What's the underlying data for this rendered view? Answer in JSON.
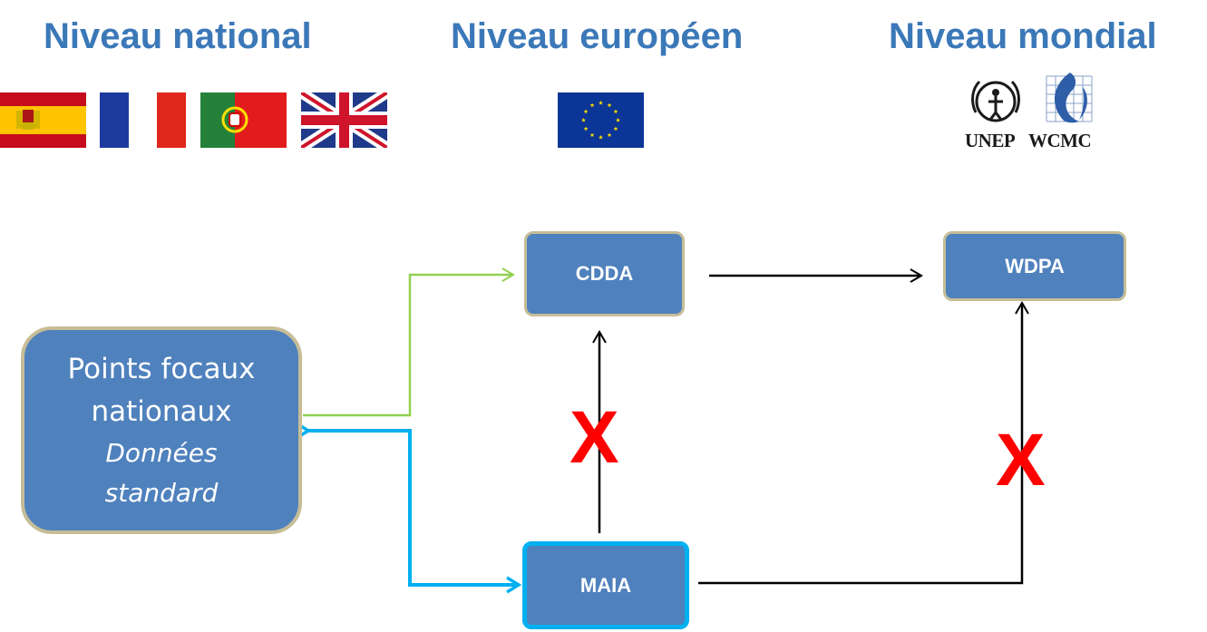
{
  "headings": {
    "national": "Niveau national",
    "european": "Niveau européen",
    "world": "Niveau mondial"
  },
  "flags": [
    "spain-flag",
    "france-flag",
    "portugal-flag",
    "uk-flag"
  ],
  "eu_flag": "eu-flag",
  "logos": {
    "unep": "UNEP",
    "wcmc": "WCMC"
  },
  "nodes": {
    "focal_points": {
      "line1": "Points focaux",
      "line2": "nationaux",
      "line3": "Données",
      "line4": "standard"
    },
    "cdda": "CDDA",
    "wdpa": "WDPA",
    "maia": "MAIA"
  },
  "crosses": {
    "maia_cdda": "X",
    "maia_wdpa": "X"
  },
  "colors": {
    "heading": "#3b78b8",
    "node_fill": "#4f81bd",
    "node_border": "#c6bd97",
    "maia_border": "#00b0f0",
    "green_arrow": "#92d050",
    "blue_arrow": "#00b0f0",
    "cross": "#ff0000"
  }
}
